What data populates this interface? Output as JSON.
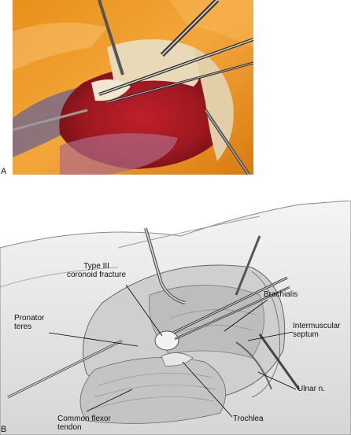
{
  "figure": {
    "panel_a_letter": "A",
    "panel_b_letter": "B",
    "labels": {
      "coronoid_line1": "Type III",
      "coronoid_line2": "coronoid fracture",
      "brachialis": "Brachialis",
      "pronator_line1": "Pronator",
      "pronator_line2": "teres",
      "intermuscular_line1": "Intermuscular",
      "intermuscular_line2": "septum",
      "ulnar": "Ulnar n.",
      "flexor_line1": "Common flexor",
      "flexor_line2": "tendon",
      "trochlea": "Trochlea"
    }
  }
}
